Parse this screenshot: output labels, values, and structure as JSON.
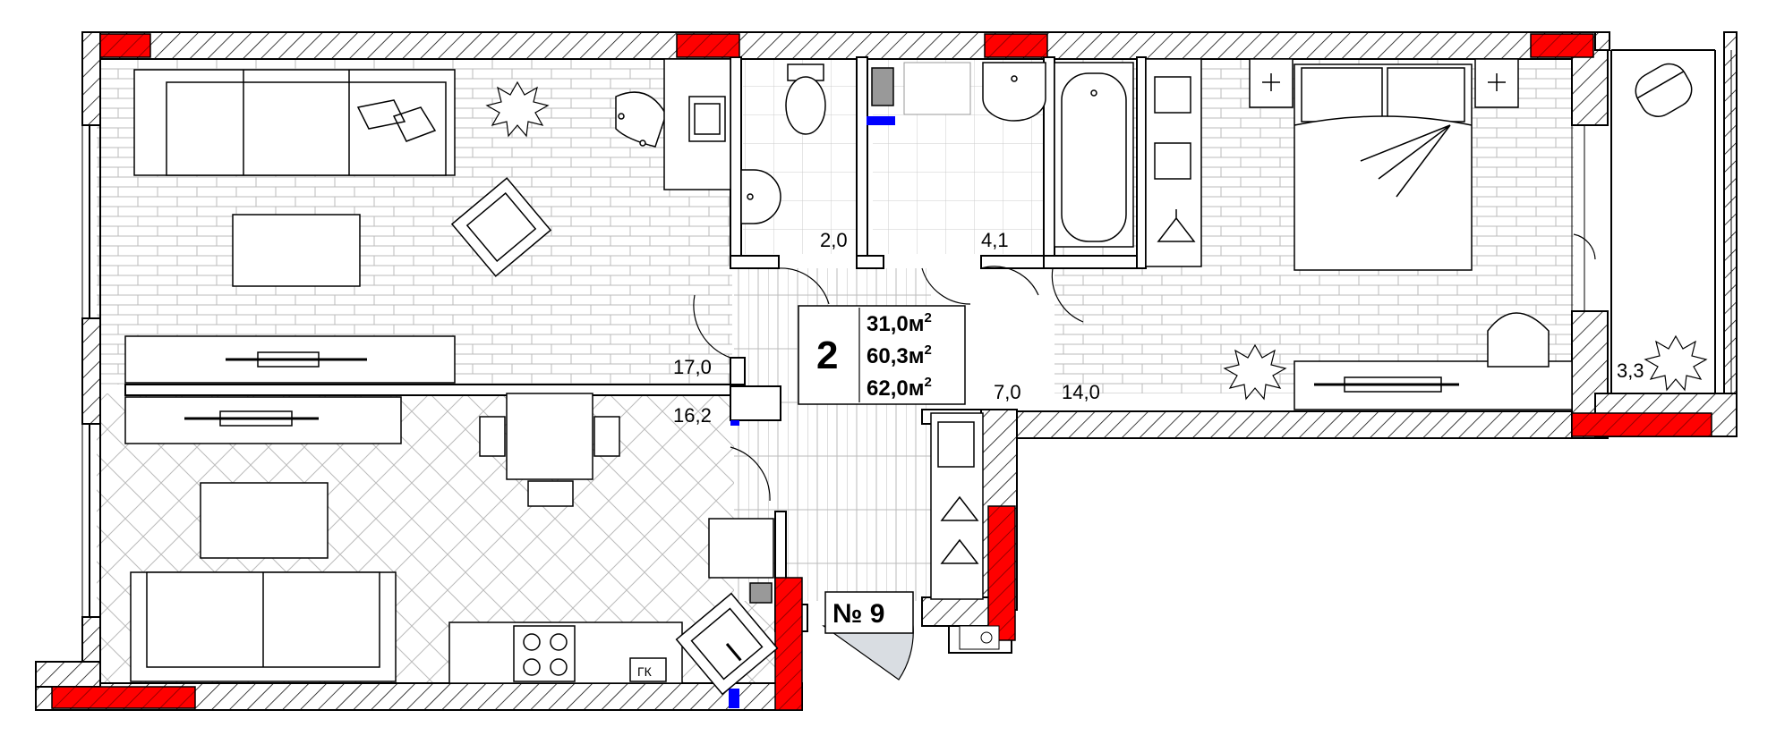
{
  "apartment": {
    "rooms_count": "2",
    "number": "№ 9",
    "areas": [
      {
        "value": "31,0м",
        "sup": "2"
      },
      {
        "value": "60,3м",
        "sup": "2"
      },
      {
        "value": "62,0м",
        "sup": "2"
      }
    ]
  },
  "room_areas": {
    "living_room": "17,0",
    "kitchen": "16,2",
    "toilet": "2,0",
    "bathroom": "4,1",
    "hallway": "7,0",
    "bedroom": "14,0",
    "balcony": "3,3"
  },
  "appliance_labels": {
    "gas_boiler": "ГК"
  },
  "colors": {
    "wall_fill": "#ffffff",
    "load_bearing": "#ff0000",
    "utility_marker": "#0000ff",
    "floor_lines": "#bbbbbb",
    "door_swing_fill": "#d9dde2"
  }
}
